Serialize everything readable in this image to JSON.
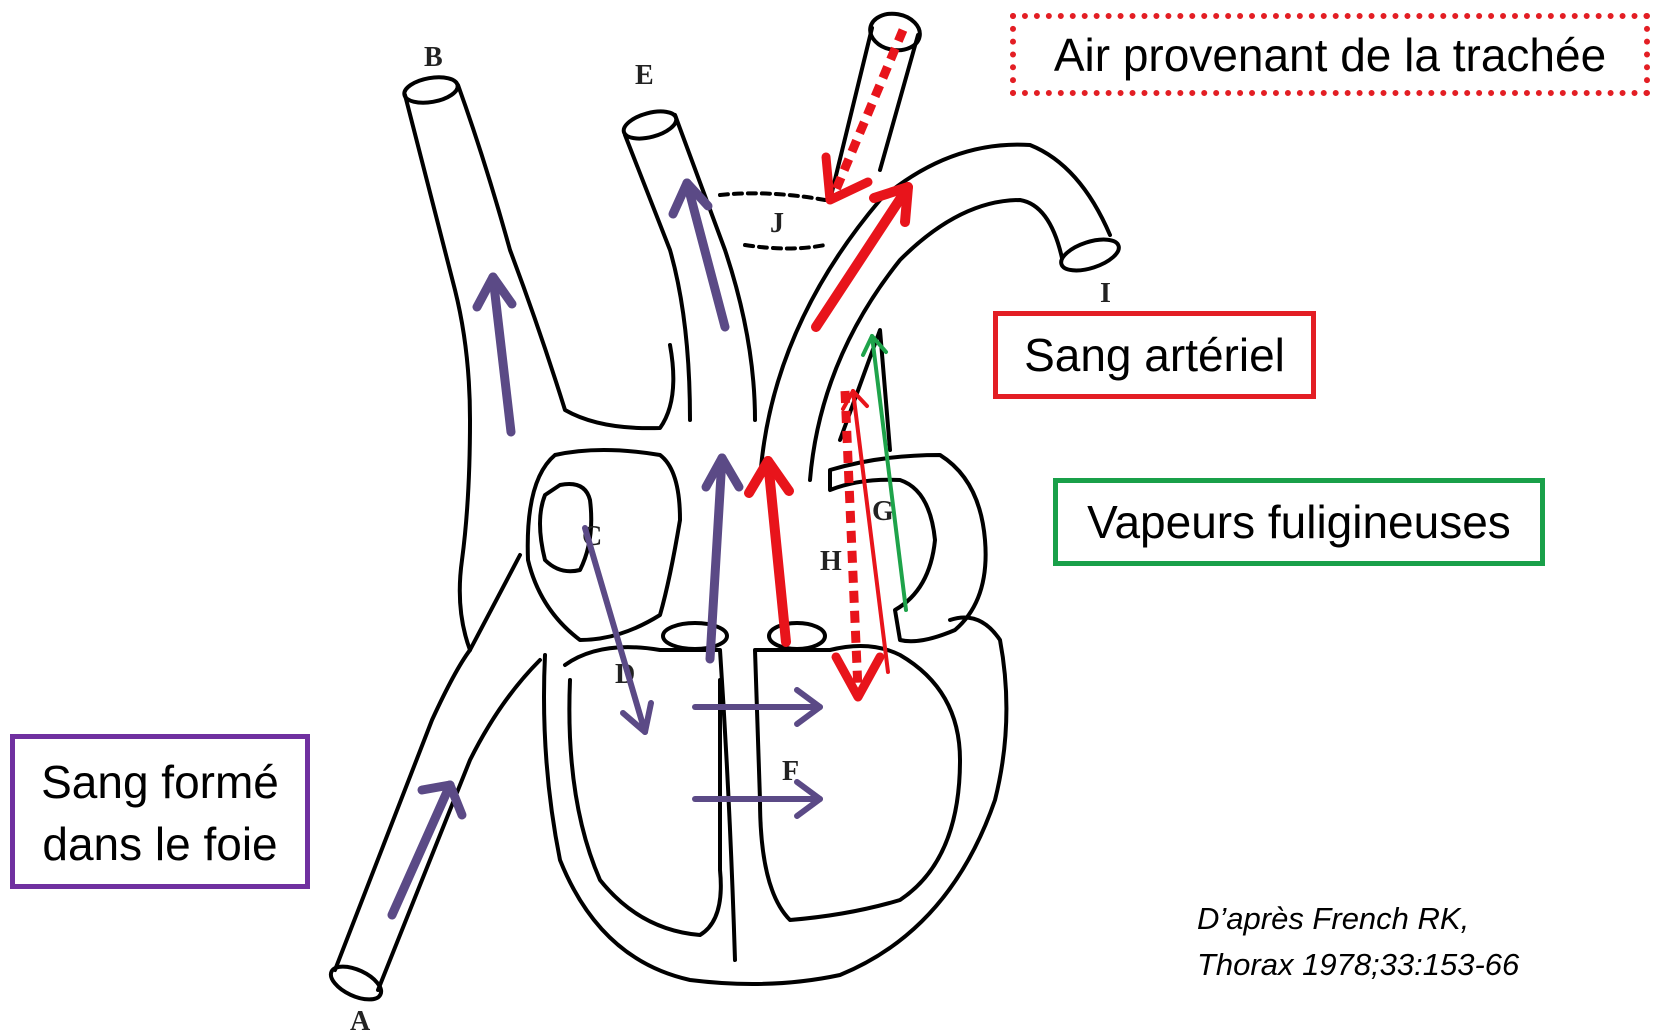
{
  "labels": {
    "a": "A",
    "b": "B",
    "c": "C",
    "d": "D",
    "e": "E",
    "f": "F",
    "g": "G",
    "h": "H",
    "i": "I",
    "j": "J"
  },
  "legend": {
    "air": "Air provenant de la trachée",
    "arterial": "Sang artériel",
    "vapeurs": "Vapeurs fuligineuses",
    "liver_line1": "Sang formé",
    "liver_line2": "dans le foie"
  },
  "citation": {
    "line1": "D’après French RK,",
    "line2": "Thorax 1978;33:153-66"
  },
  "colors": {
    "liver_blood": "#5b4a86",
    "arterial_blood": "#e8141b",
    "vapours": "#1ea34a",
    "outline": "#000000"
  }
}
